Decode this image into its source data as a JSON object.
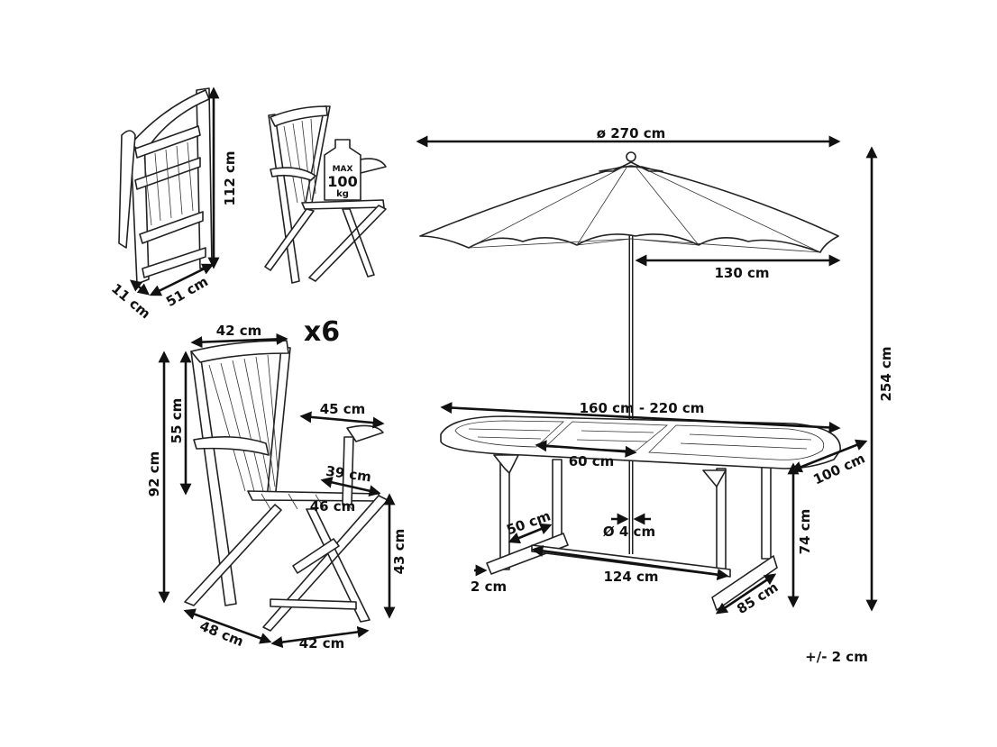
{
  "umbrella": {
    "diameter": "ø 270 cm",
    "height_over_table": "130 cm",
    "total_height": "254 cm",
    "pole_diameter": "Ø 4 cm"
  },
  "table": {
    "length": "160 cm - 220 cm",
    "extension": "60 cm",
    "width": "100 cm",
    "height": "74 cm",
    "foot_width": "50 cm",
    "foot_thickness": "2 cm",
    "stretcher": "124 cm",
    "foot_length": "85 cm"
  },
  "chair": {
    "quantity": "x6",
    "back_width": "42 cm",
    "total_height": "92 cm",
    "back_height": "55 cm",
    "armrest_depth": "45 cm",
    "seat_depth": "39 cm",
    "seat_width": "46 cm",
    "seat_height": "43 cm",
    "base_depth": "48 cm",
    "base_width": "42 cm"
  },
  "folded_chair": {
    "height": "112 cm",
    "depth": "51 cm",
    "thickness": "11 cm"
  },
  "max_load": {
    "line1": "MAX",
    "line2": "100",
    "line3": "kg"
  },
  "tolerance": "+/- 2 cm"
}
